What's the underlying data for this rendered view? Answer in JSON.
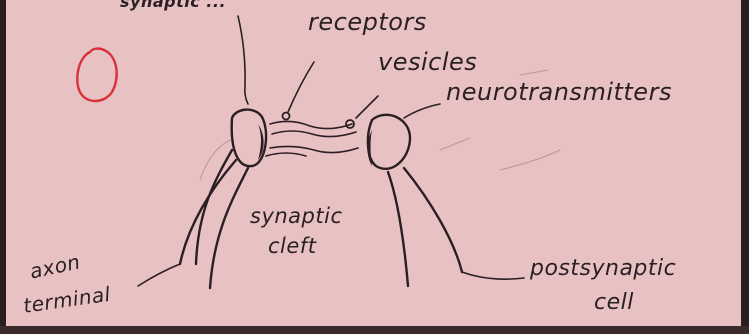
{
  "colors": {
    "paper": "#e8c2c2",
    "ink": "#2a1f24",
    "red_pen": "#d8303a"
  },
  "diagram": {
    "top_scribble": "synaptic ...",
    "labels": {
      "receptors": "receptors",
      "vesicles": "vesicles",
      "neurotransmitters": "neurotransmitters",
      "synaptic_cleft_line1": "synaptic",
      "synaptic_cleft_line2": "cleft",
      "axon_terminal_line1": "axon",
      "axon_terminal_line2": "terminal",
      "postsynaptic_line1": "postsynaptic",
      "postsynaptic_line2": "cell"
    }
  }
}
